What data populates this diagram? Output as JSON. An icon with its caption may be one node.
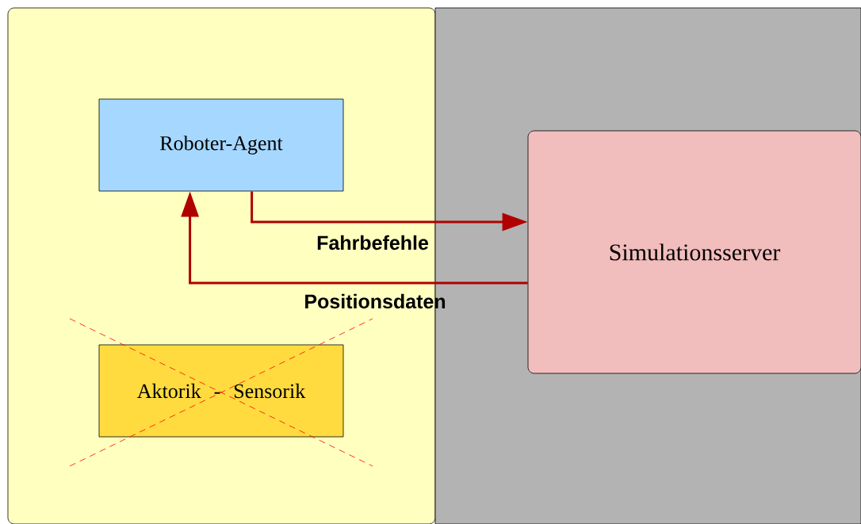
{
  "diagram": {
    "nodes": [
      {
        "text": [],
        "shape": "box"
      },
      {
        "text": [
          "Roboter-Agent"
        ],
        "in": 0
      },
      {
        "text": [
          "Aktorik - Sensorik"
        ],
        "in": 0
      },
      {
        "text": [],
        "shape": "box"
      },
      {
        "text": [
          "Simulationsserver"
        ],
        "in": 3
      }
    ],
    "edges": [
      {
        "from": 1,
        "to": 4,
        "arrow": "to",
        "label": "Fahrbefehle"
      },
      {
        "from": 4,
        "to": 1,
        "arrow": "to",
        "label": "Positionsdaten"
      }
    ]
  }
}
